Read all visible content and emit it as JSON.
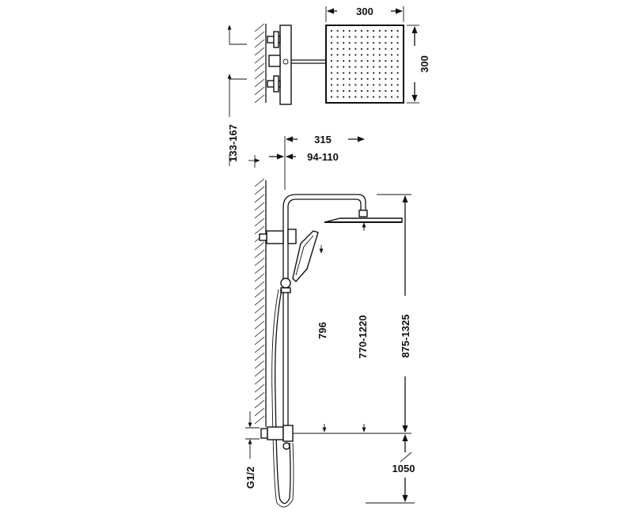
{
  "dimensions": {
    "head_width": "300",
    "head_depth": "300",
    "valve_spacing": "133-167",
    "arm_projection": "315",
    "wall_offset": "94-110",
    "bar_length": "796",
    "head_height_range": "770-1220",
    "total_height_range": "875-1325",
    "valve_height": "1050",
    "thread_size": "G1/2"
  },
  "colors": {
    "line": "#111111",
    "background": "#ffffff"
  }
}
